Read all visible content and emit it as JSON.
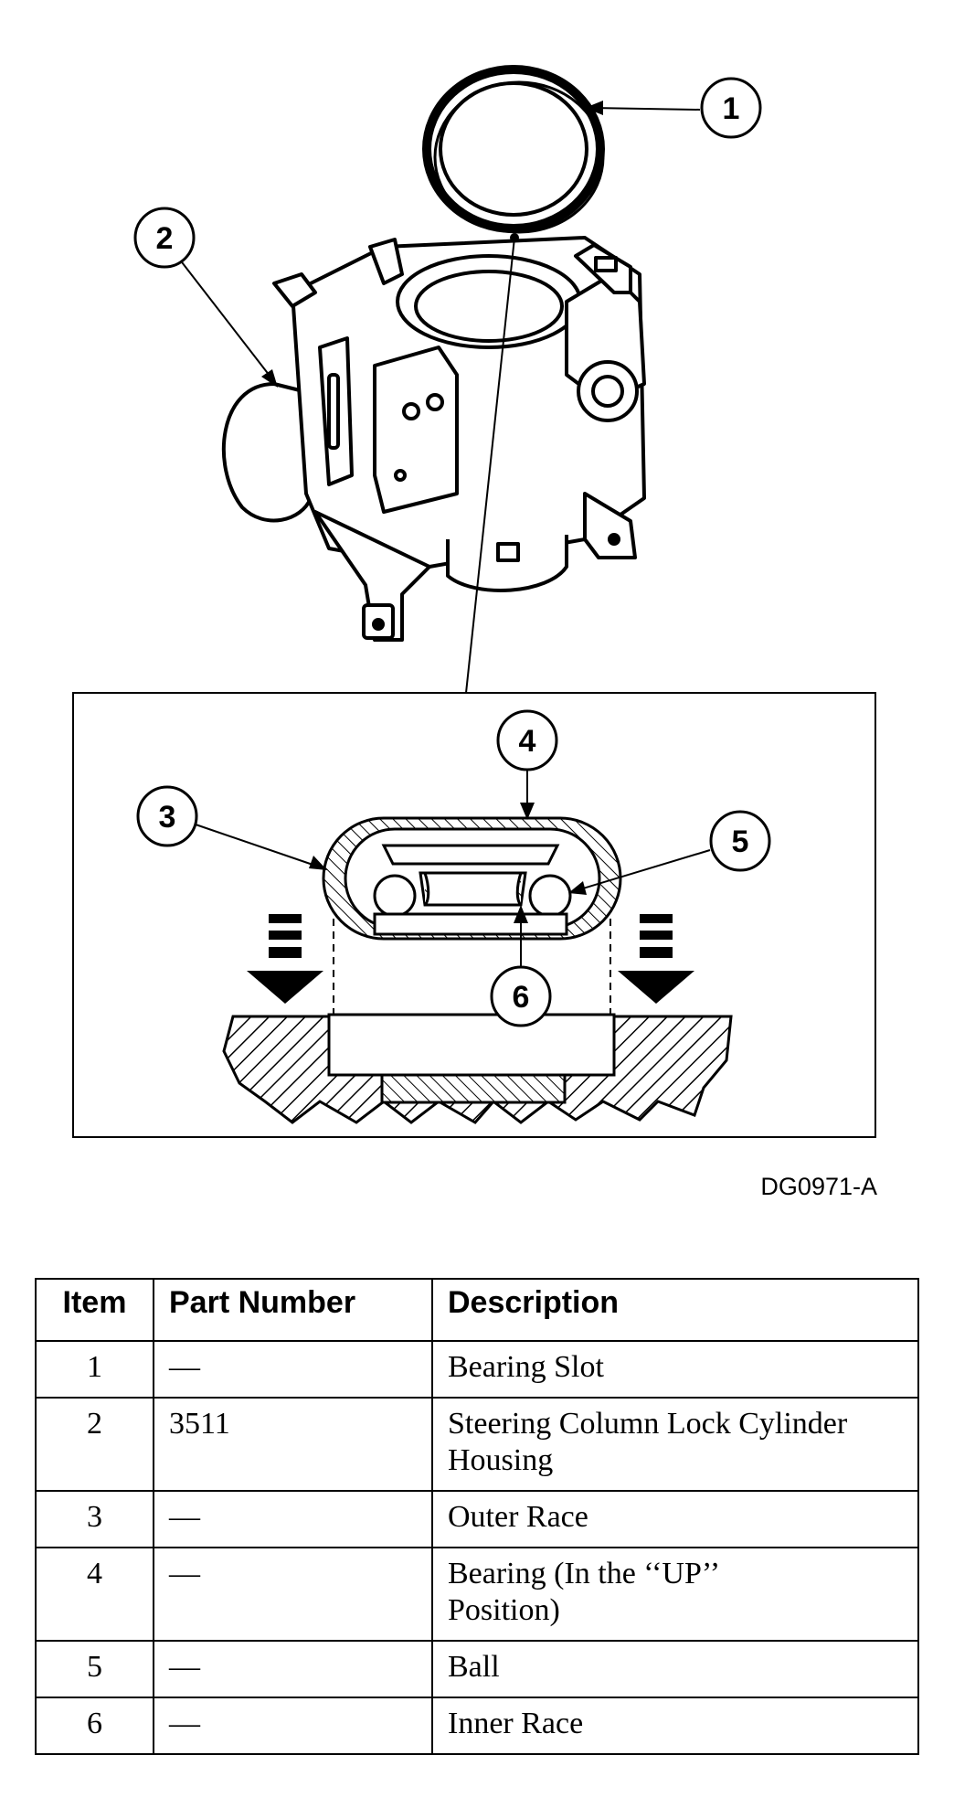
{
  "figure": {
    "callouts": [
      "1",
      "2",
      "3",
      "4",
      "5",
      "6"
    ],
    "figure_id": "DG0971-A"
  },
  "table": {
    "headers": [
      "Item",
      "Part Number",
      "Description"
    ],
    "rows": [
      {
        "item": "1",
        "part": "—",
        "description": "Bearing Slot"
      },
      {
        "item": "2",
        "part": "3511",
        "description": "Steering Column Lock Cylinder Housing"
      },
      {
        "item": "3",
        "part": "—",
        "description": "Outer Race"
      },
      {
        "item": "4",
        "part": "—",
        "description": "Bearing (In the ‘‘UP’’ Position)"
      },
      {
        "item": "5",
        "part": "—",
        "description": "Ball"
      },
      {
        "item": "6",
        "part": "—",
        "description": "Inner Race"
      }
    ]
  }
}
